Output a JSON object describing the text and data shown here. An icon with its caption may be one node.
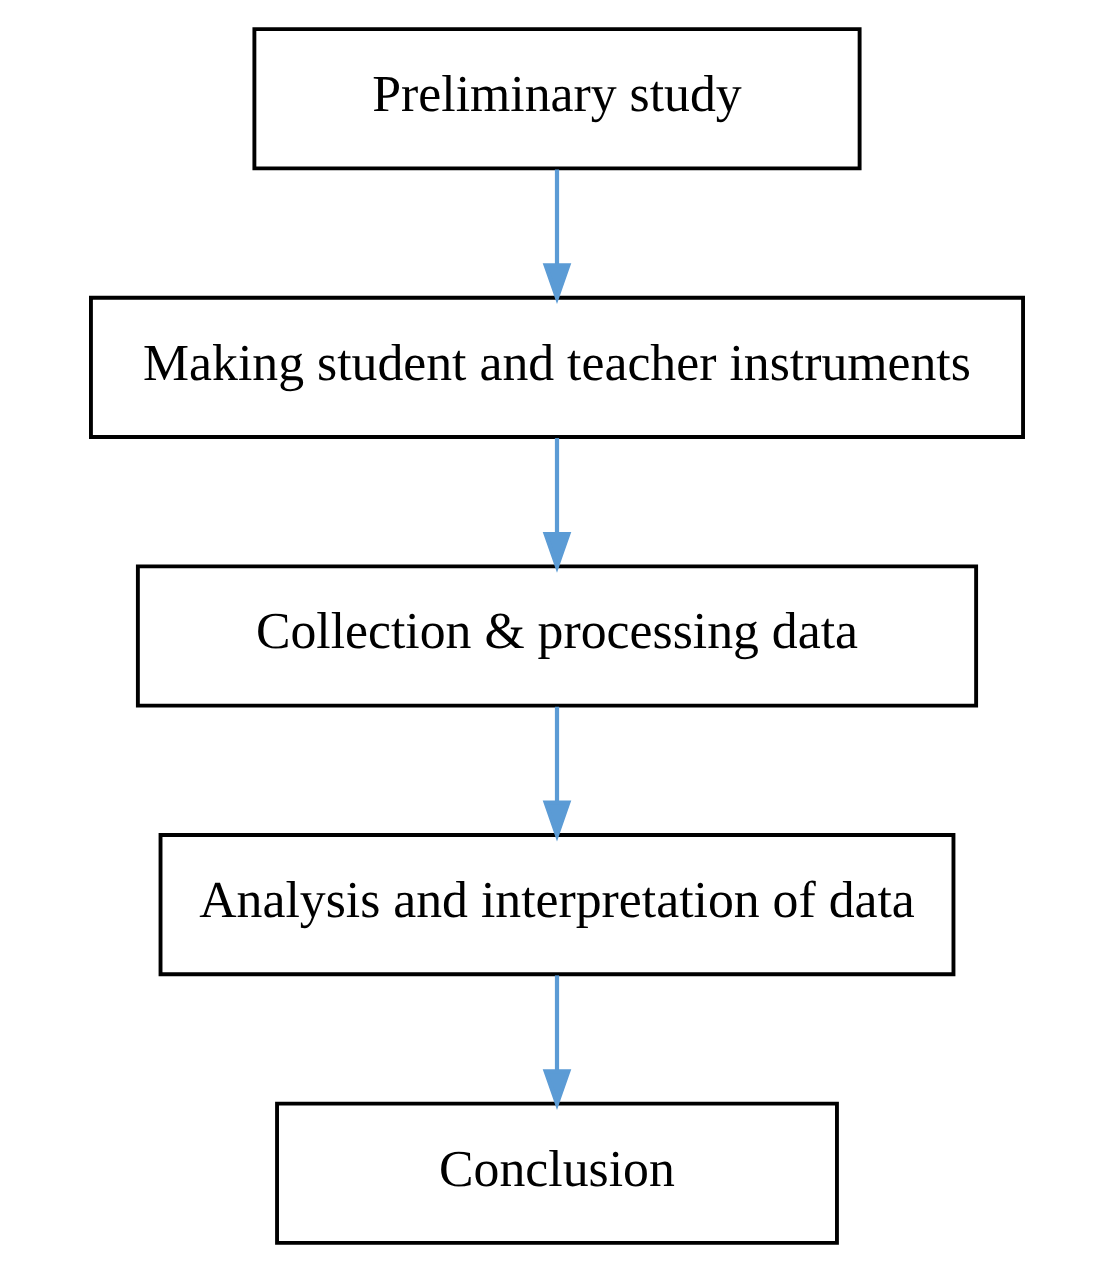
{
  "diagram": {
    "nodes": [
      {
        "text": [
          "Preliminary study"
        ]
      },
      {
        "text": [
          "Making student and teacher instruments"
        ]
      },
      {
        "text": [
          "Collection & processing data"
        ]
      },
      {
        "text": [
          "Analysis and interpretation of data"
        ]
      },
      {
        "text": [
          "Conclusion"
        ]
      }
    ],
    "edges": [
      {
        "from": 0,
        "to": 1,
        "arrow": "to"
      },
      {
        "from": 1,
        "to": 2,
        "arrow": "to"
      },
      {
        "from": 2,
        "to": 3,
        "arrow": "to"
      },
      {
        "from": 3,
        "to": 4,
        "arrow": "to"
      }
    ]
  }
}
